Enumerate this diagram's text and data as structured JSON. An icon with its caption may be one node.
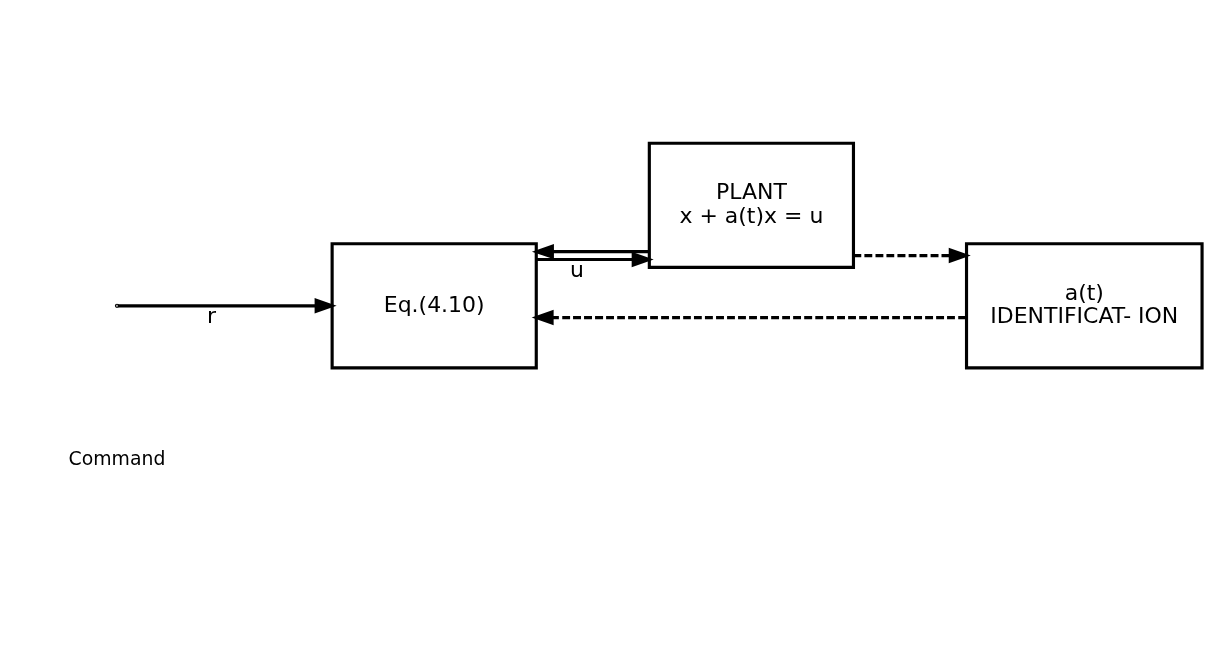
{
  "diagram": {
    "nodes": [
      {
        "text": [
          "Eq.(4.10)"
        ]
      },
      {
        "text": [
          "PLANT",
          "x + a(t)x = u"
        ]
      },
      {
        "text": [
          "a(t)",
          "IDENTIFICAT- ION"
        ]
      }
    ],
    "edges": [
      {
        "from": null,
        "to": 0,
        "arrow": "to",
        "label": "r"
      },
      {
        "from": 0,
        "to": 1,
        "arrow": "to",
        "label": "u"
      },
      {
        "from": 1,
        "to": 2,
        "arrow": "to",
        "style": "dashed"
      },
      {
        "from": 2,
        "to": 0,
        "arrow": "to",
        "style": "dashed"
      },
      {
        "from": 1,
        "to": 0,
        "arrow": "to"
      }
    ],
    "labels": [
      "Command"
    ]
  }
}
